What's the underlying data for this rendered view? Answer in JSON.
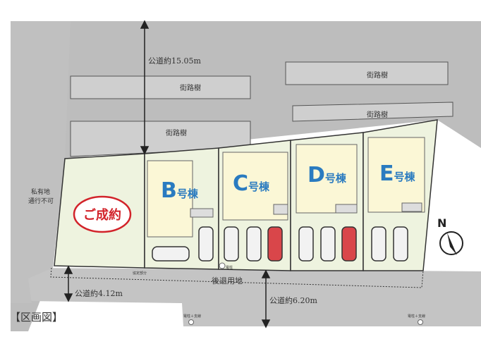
{
  "title": "【区画図】",
  "roads": {
    "north": "公道約15.05m",
    "southwest": "公道約4.12m",
    "south": "公道約6.20m",
    "setback": "後退用地",
    "private": [
      "私有地",
      "通行不可"
    ]
  },
  "trees": [
    "街路樹",
    "街路樹",
    "街路樹",
    "街路樹"
  ],
  "lots": [
    {
      "id": "A",
      "status": "ご成約"
    },
    {
      "id": "B",
      "letter": "B",
      "suffix": "号棟"
    },
    {
      "id": "C",
      "letter": "C",
      "suffix": "号棟"
    },
    {
      "id": "D",
      "letter": "D",
      "suffix": "号棟"
    },
    {
      "id": "E",
      "letter": "E",
      "suffix": "号棟"
    }
  ],
  "small_labels": {
    "agreement": "協定部分",
    "pole": "電柱",
    "pole_wire_1": "電柱＋支線",
    "pole_wire_2": "電柱＋支線"
  },
  "compass": "N",
  "colors": {
    "road": "#bdbdbd",
    "lot": "#eef3df",
    "building": "#fbf7d6",
    "sold": "#d2232a",
    "label": "#2a7bc0"
  }
}
